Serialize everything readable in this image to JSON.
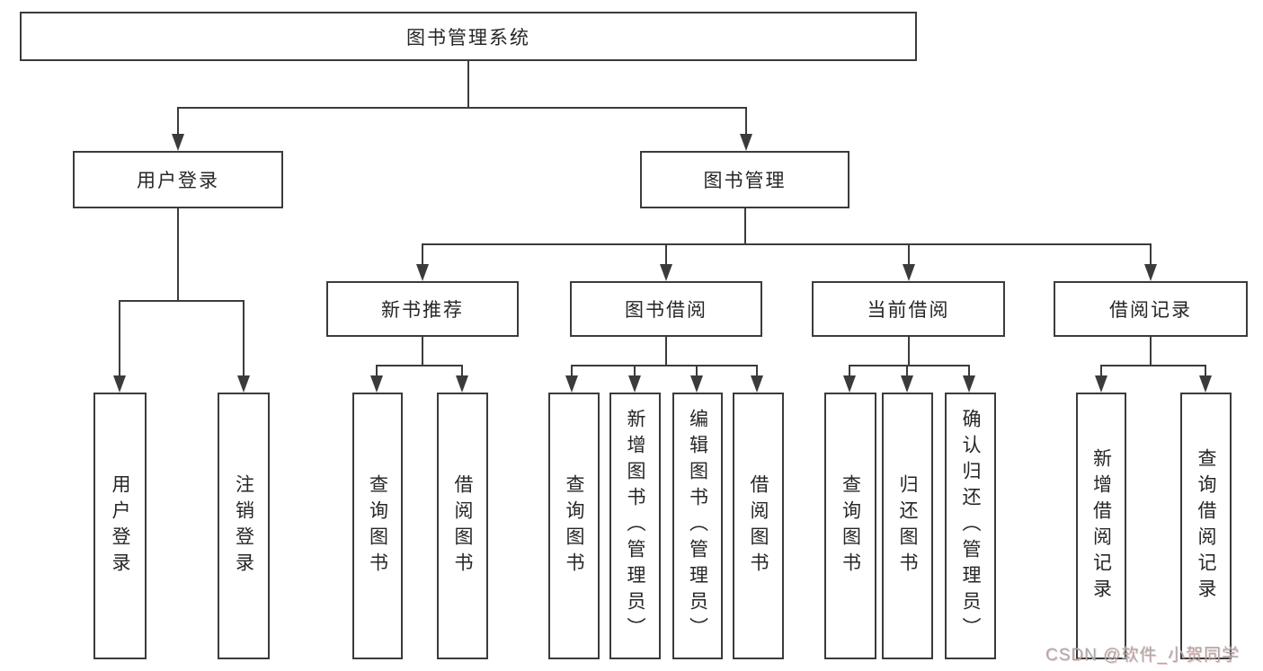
{
  "diagram_title": "图书管理系统",
  "nodes": {
    "root": "图书管理系统",
    "level2": {
      "user_login": "用户登录",
      "book_mgmt": "图书管理"
    },
    "level3": {
      "new_book": "新书推荐",
      "book_borrow": "图书借阅",
      "current_borrow": "当前借阅",
      "borrow_record": "借阅记录"
    },
    "leaves": {
      "user_login": [
        "用户登录",
        "注销登录"
      ],
      "new_book": [
        "查询图书",
        "借阅图书"
      ],
      "book_borrow": [
        "查询图书",
        "新增图书（管理员）",
        "编辑图书（管理员）",
        "借阅图书"
      ],
      "current_borrow": [
        "查询图书",
        "归还图书",
        "确认归还（管理员）"
      ],
      "borrow_record": [
        "新增借阅记录",
        "查询借阅记录"
      ]
    }
  },
  "watermark": "CSDN @软件_小贺同学",
  "colors": {
    "line": "#3b3b3b",
    "text": "#262626",
    "background": "#ffffff",
    "watermark": "#ababab"
  }
}
